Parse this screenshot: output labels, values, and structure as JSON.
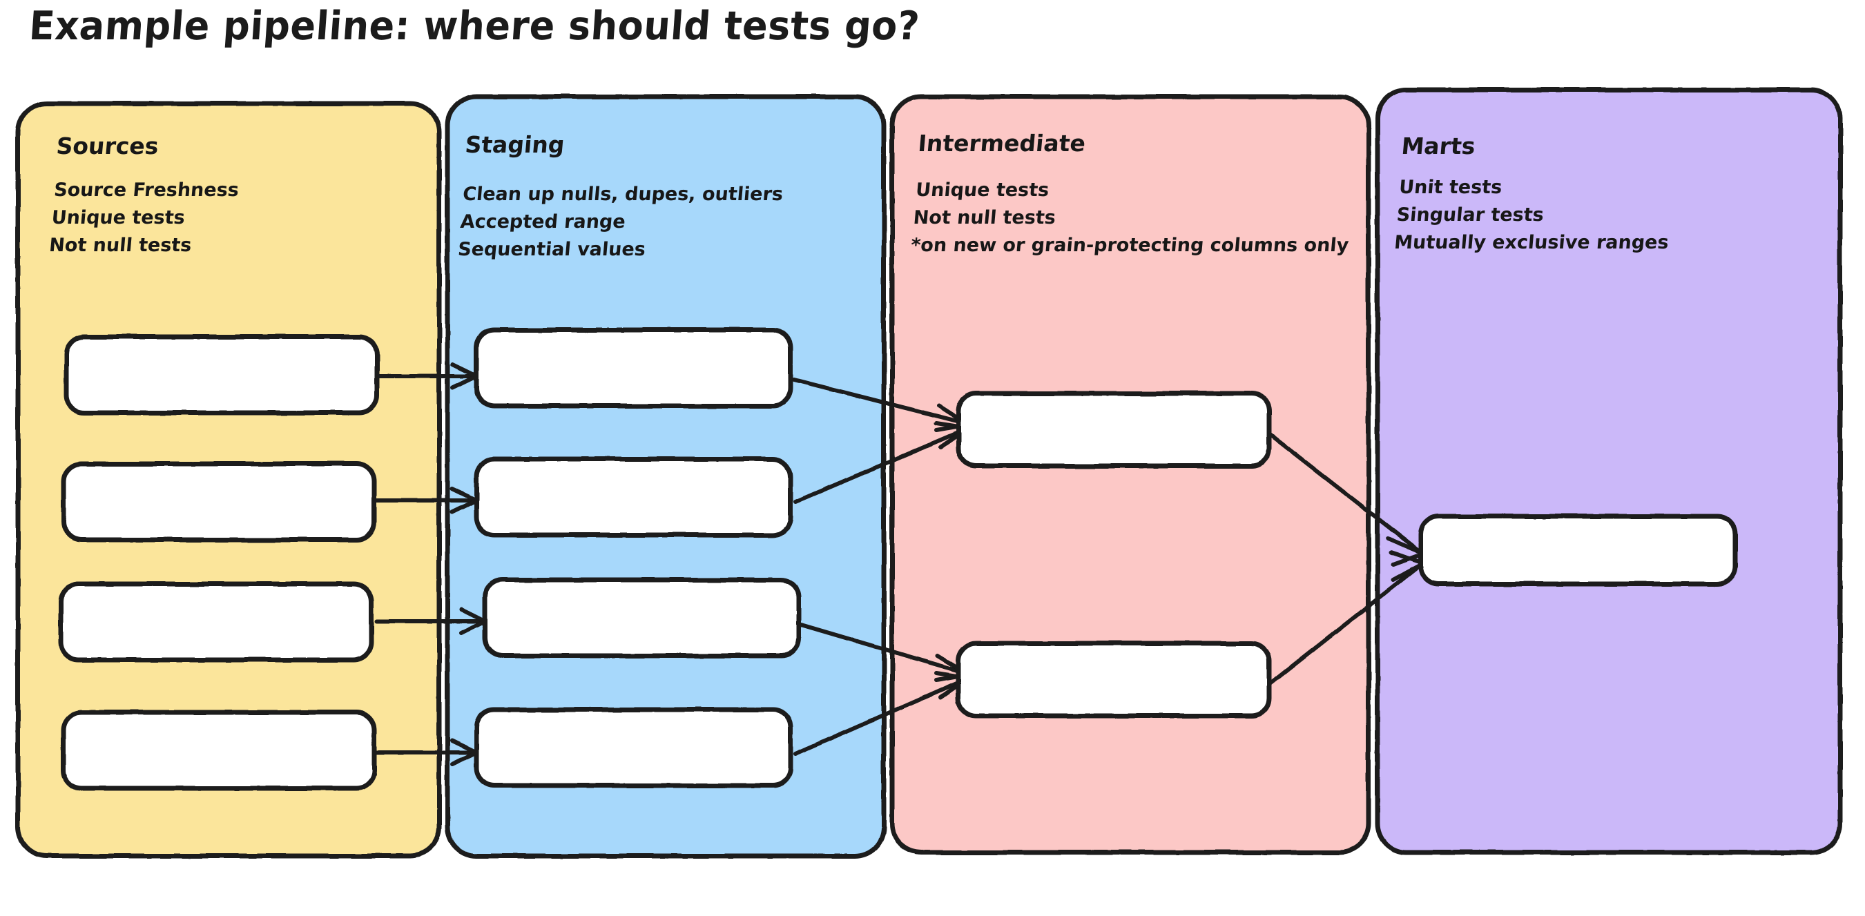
{
  "title": "Example pipeline: where should tests go?",
  "background_color": "#ffffff",
  "stroke_color": "#1a1a1a",
  "node_fill": "#ffffff",
  "lanes": [
    {
      "id": "sources",
      "heading": "Sources",
      "color": "#fbe59b",
      "notes": [
        "Source Freshness",
        "Unique tests",
        "Not null tests"
      ],
      "nodes": [
        {
          "id": "src-1",
          "label": ""
        },
        {
          "id": "src-2",
          "label": ""
        },
        {
          "id": "src-3",
          "label": ""
        },
        {
          "id": "src-4",
          "label": ""
        }
      ]
    },
    {
      "id": "staging",
      "heading": "Staging",
      "color": "#a7d8fb",
      "notes": [
        "Clean up nulls, dupes, outliers",
        "Accepted range",
        "Sequential values"
      ],
      "nodes": [
        {
          "id": "stg-1",
          "label": ""
        },
        {
          "id": "stg-2",
          "label": ""
        },
        {
          "id": "stg-3",
          "label": ""
        },
        {
          "id": "stg-4",
          "label": ""
        }
      ]
    },
    {
      "id": "intermediate",
      "heading": "Intermediate",
      "color": "#fcc8c6",
      "notes": [
        "Unique tests",
        "Not null tests",
        "*on new or grain-protecting columns only"
      ],
      "nodes": [
        {
          "id": "int-1",
          "label": ""
        },
        {
          "id": "int-2",
          "label": ""
        }
      ]
    },
    {
      "id": "marts",
      "heading": "Marts",
      "color": "#cbb8f9",
      "notes": [
        "Unit tests",
        "Singular tests",
        "Mutually exclusive ranges"
      ],
      "nodes": [
        {
          "id": "mart-1",
          "label": ""
        }
      ]
    }
  ],
  "edges": [
    {
      "from": "src-1",
      "to": "stg-1"
    },
    {
      "from": "src-2",
      "to": "stg-2"
    },
    {
      "from": "src-3",
      "to": "stg-3"
    },
    {
      "from": "src-4",
      "to": "stg-4"
    },
    {
      "from": "stg-1",
      "to": "int-1"
    },
    {
      "from": "stg-2",
      "to": "int-1"
    },
    {
      "from": "stg-3",
      "to": "int-2"
    },
    {
      "from": "stg-4",
      "to": "int-2"
    },
    {
      "from": "int-1",
      "to": "mart-1"
    },
    {
      "from": "int-2",
      "to": "mart-1"
    }
  ]
}
